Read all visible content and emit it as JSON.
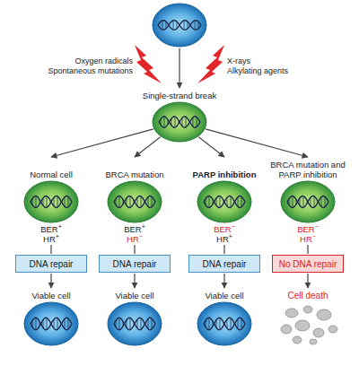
{
  "diagram": {
    "nodes": [
      {
        "text": [
          "Single-strand break"
        ]
      },
      {
        "text": [
          "Normal cell",
          "BER+",
          "HR+"
        ]
      },
      {
        "text": [
          "BRCA mutation",
          "BER+",
          "HR−"
        ]
      },
      {
        "text": [
          "PARP inhibition",
          "BER−",
          "HR+"
        ]
      },
      {
        "text": [
          "BRCA mutation and PARP inhibition",
          "BER−",
          "HR−"
        ]
      },
      {
        "text": [
          "DNA repair"
        ]
      },
      {
        "text": [
          "DNA repair"
        ]
      },
      {
        "text": [
          "DNA repair"
        ]
      },
      {
        "text": [
          "No DNA repair"
        ]
      },
      {
        "text": [
          "Viable cell"
        ]
      },
      {
        "text": [
          "Viable cell"
        ]
      },
      {
        "text": [
          "Viable cell"
        ]
      },
      {
        "text": [
          "Cell death"
        ]
      }
    ],
    "edges": [
      {
        "from": 0,
        "to": 1,
        "arrow": "to"
      },
      {
        "from": 0,
        "to": 2,
        "arrow": "to"
      },
      {
        "from": 0,
        "to": 3,
        "arrow": "to"
      },
      {
        "from": 0,
        "to": 4,
        "arrow": "to"
      },
      {
        "from": 1,
        "to": 5,
        "arrow": "none"
      },
      {
        "from": 2,
        "to": 6,
        "arrow": "none"
      },
      {
        "from": 3,
        "to": 7,
        "arrow": "none"
      },
      {
        "from": 4,
        "to": 8,
        "arrow": "none"
      },
      {
        "from": 5,
        "to": 9,
        "arrow": "to"
      },
      {
        "from": 6,
        "to": 10,
        "arrow": "to"
      },
      {
        "from": 7,
        "to": 11,
        "arrow": "to"
      },
      {
        "from": 8,
        "to": 12,
        "arrow": "to"
      }
    ],
    "labels": [
      "Oxygen radicals",
      "Spontaneous mutations",
      "X-rays",
      "Alkylating agents"
    ]
  }
}
